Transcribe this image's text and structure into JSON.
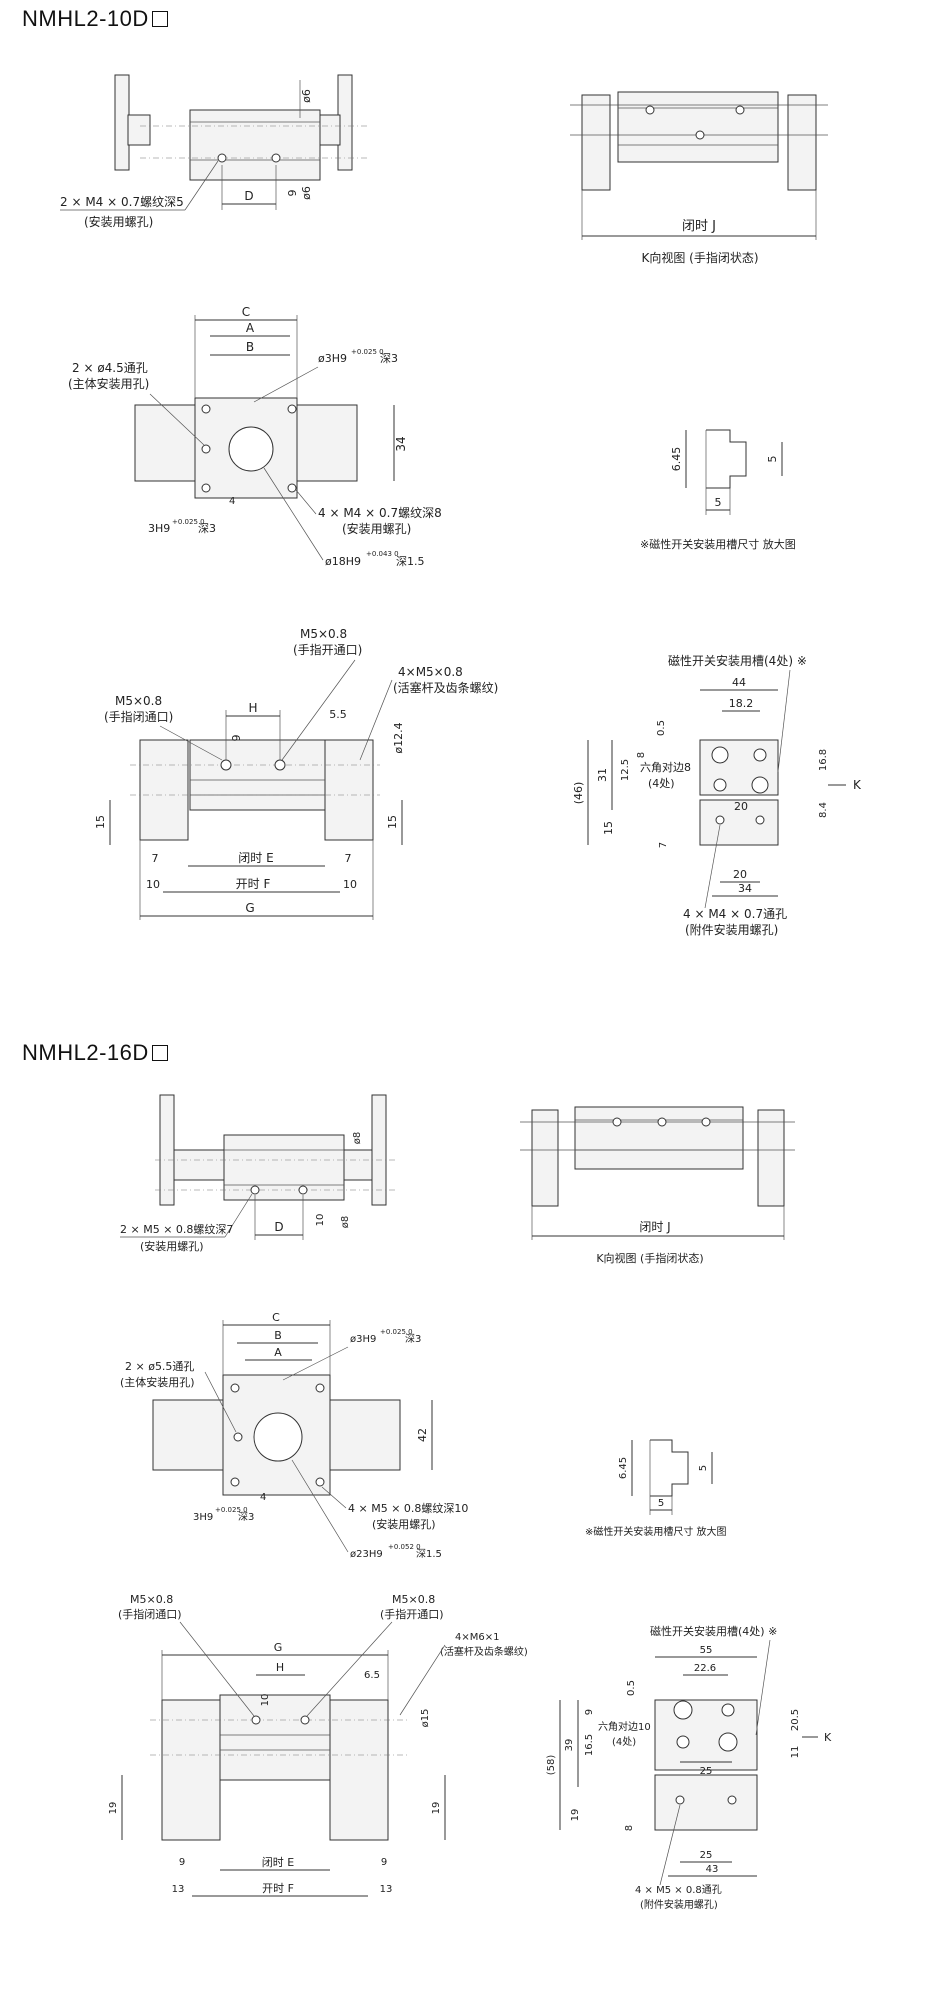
{
  "sections": [
    {
      "model": "NMHL2-10D",
      "top_view": {
        "note_line1": "2 × M4 × 0.7螺纹深5",
        "note_line2": "(安装用螺孔)",
        "dim_D": "D",
        "dim_9": "9",
        "dim_phi6_top": "ø6",
        "dim_phi6_bottom": "ø6"
      },
      "k_view": {
        "dim_J": "闭时 J",
        "caption": "K向视图 (手指闭状态)"
      },
      "front_view": {
        "dim_C": "C",
        "dim_A": "A",
        "dim_B": "B",
        "note_mount1": "2 × ø4.5通孔",
        "note_mount2": "(主体安装用孔)",
        "note_pin": "ø3H9",
        "note_pin_tol": "+0.025 0",
        "note_pin_depth": "深3",
        "dim_34": "34",
        "note_screw1": "4 × M4 × 0.7螺纹深8",
        "note_screw2": "(安装用螺孔)",
        "dim_4": "4",
        "note_pin2": "3H9",
        "note_pin2_tol": "+0.025 0",
        "note_pin2_depth": "深3",
        "note_bore": "ø18H9",
        "note_bore_tol": "+0.043 0",
        "note_bore_depth": "深1.5"
      },
      "slot_detail": {
        "dim_645": "6.45",
        "dim_5_right": "5",
        "dim_5_bottom": "5",
        "caption": "※磁性开关安装用槽尺寸  放大图"
      },
      "side_view": {
        "port_open1": "M5×0.8",
        "port_open2": "(手指开通口)",
        "port_close1": "M5×0.8",
        "port_close2": "(手指闭通口)",
        "rod1": "4×M5×0.8",
        "rod2": "(活塞杆及齿条螺纹)",
        "dim_H": "H",
        "dim_9": "9",
        "dim_55": "5.5",
        "dim_124": "ø12.4",
        "dim_15_left": "15",
        "dim_15_right": "15",
        "dim_7_left": "7",
        "dim_7_right": "7",
        "dim_10_left": "10",
        "dim_10_right": "10",
        "dim_E": "闭时 E",
        "dim_F": "开时 F",
        "dim_G": "G"
      },
      "end_view": {
        "slot_note": "磁性开关安装用槽(4处) ※",
        "dim_44": "44",
        "dim_182": "18.2",
        "dim_05": "0.5",
        "dim_46": "(46)",
        "dim_31": "31",
        "dim_125": "12.5",
        "dim_8": "8",
        "hex1": "六角对边8",
        "hex2": "(4处)",
        "dim_20_mid": "20",
        "dim_15": "15",
        "dim_168": "16.8",
        "dim_84": "8.4",
        "k_label": "K",
        "dim_7": "7",
        "dim_20_bottom": "20",
        "dim_34": "34",
        "note1": "4 × M4 × 0.7通孔",
        "note2": "(附件安装用螺孔)"
      }
    },
    {
      "model": "NMHL2-16D",
      "top_view": {
        "note_line1": "2 × M5 × 0.8螺纹深7",
        "note_line2": "(安装用螺孔)",
        "dim_D": "D",
        "dim_10": "10",
        "dim_phi8_top": "ø8",
        "dim_phi8_bottom": "ø8"
      },
      "k_view": {
        "dim_J": "闭时 J",
        "caption": "K向视图 (手指闭状态)"
      },
      "front_view": {
        "dim_C": "C",
        "dim_A": "A",
        "dim_B": "B",
        "note_mount1": "2 × ø5.5通孔",
        "note_mount2": "(主体安装用孔)",
        "note_pin": "ø3H9",
        "note_pin_tol": "+0.025 0",
        "note_pin_depth": "深3",
        "dim_42": "42",
        "note_screw1": "4 × M5 × 0.8螺纹深10",
        "note_screw2": "(安装用螺孔)",
        "dim_4": "4",
        "note_pin2": "3H9",
        "note_pin2_tol": "+0.025 0",
        "note_pin2_depth": "深3",
        "note_bore": "ø23H9",
        "note_bore_tol": "+0.052 0",
        "note_bore_depth": "深1.5"
      },
      "slot_detail": {
        "dim_645": "6.45",
        "dim_5_right": "5",
        "dim_5_bottom": "5",
        "caption": "※磁性开关安装用槽尺寸  放大图"
      },
      "side_view": {
        "port_close1": "M5×0.8",
        "port_close2": "(手指闭通口)",
        "port_open1": "M5×0.8",
        "port_open2": "(手指开通口)",
        "rod1": "4×M6×1",
        "rod2": "(活塞杆及齿条螺纹)",
        "dim_G": "G",
        "dim_H": "H",
        "dim_10": "10",
        "dim_65": "6.5",
        "dim_15": "ø15",
        "dim_19_left": "19",
        "dim_19_right": "19",
        "dim_9_left": "9",
        "dim_9_right": "9",
        "dim_13_left": "13",
        "dim_13_right": "13",
        "dim_E": "闭时 E",
        "dim_F": "开时 F"
      },
      "end_view": {
        "slot_note": "磁性开关安装用槽(4处) ※",
        "dim_55": "55",
        "dim_226": "22.6",
        "dim_05": "0.5",
        "dim_58": "(58)",
        "dim_39": "39",
        "dim_165": "16.5",
        "dim_9": "9",
        "hex1": "六角对边10",
        "hex2": "(4处)",
        "dim_205": "20.5",
        "dim_11": "11",
        "k_label": "K",
        "dim_25_mid": "25",
        "dim_19": "19",
        "dim_8": "8",
        "dim_25_bottom": "25",
        "dim_43": "43",
        "note1": "4 × M5 × 0.8通孔",
        "note2": "(附件安装用螺孔)"
      }
    }
  ]
}
